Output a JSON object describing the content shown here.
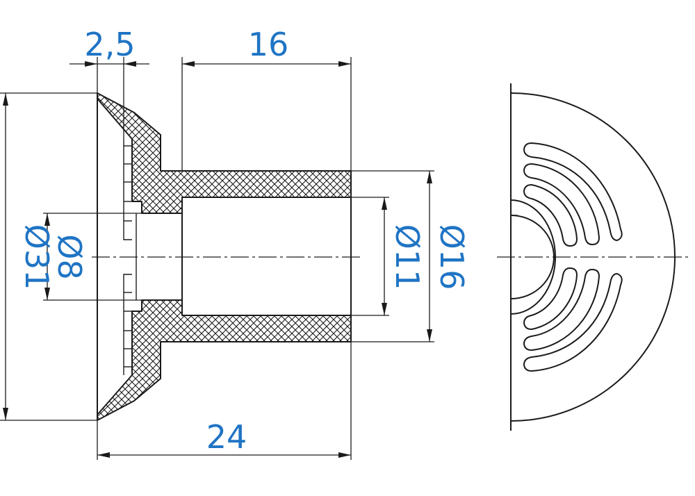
{
  "dimensions": {
    "flange_thickness": "2,5",
    "sleeve_length": "16",
    "total_length": "24",
    "flange_diameter": "Ø31",
    "bore_diameter": "Ø8",
    "sleeve_inner_diameter": "Ø11",
    "sleeve_outer_diameter": "Ø16"
  },
  "colors": {
    "dimension_text": "#1f74c4",
    "line": "#1a1a1a"
  }
}
